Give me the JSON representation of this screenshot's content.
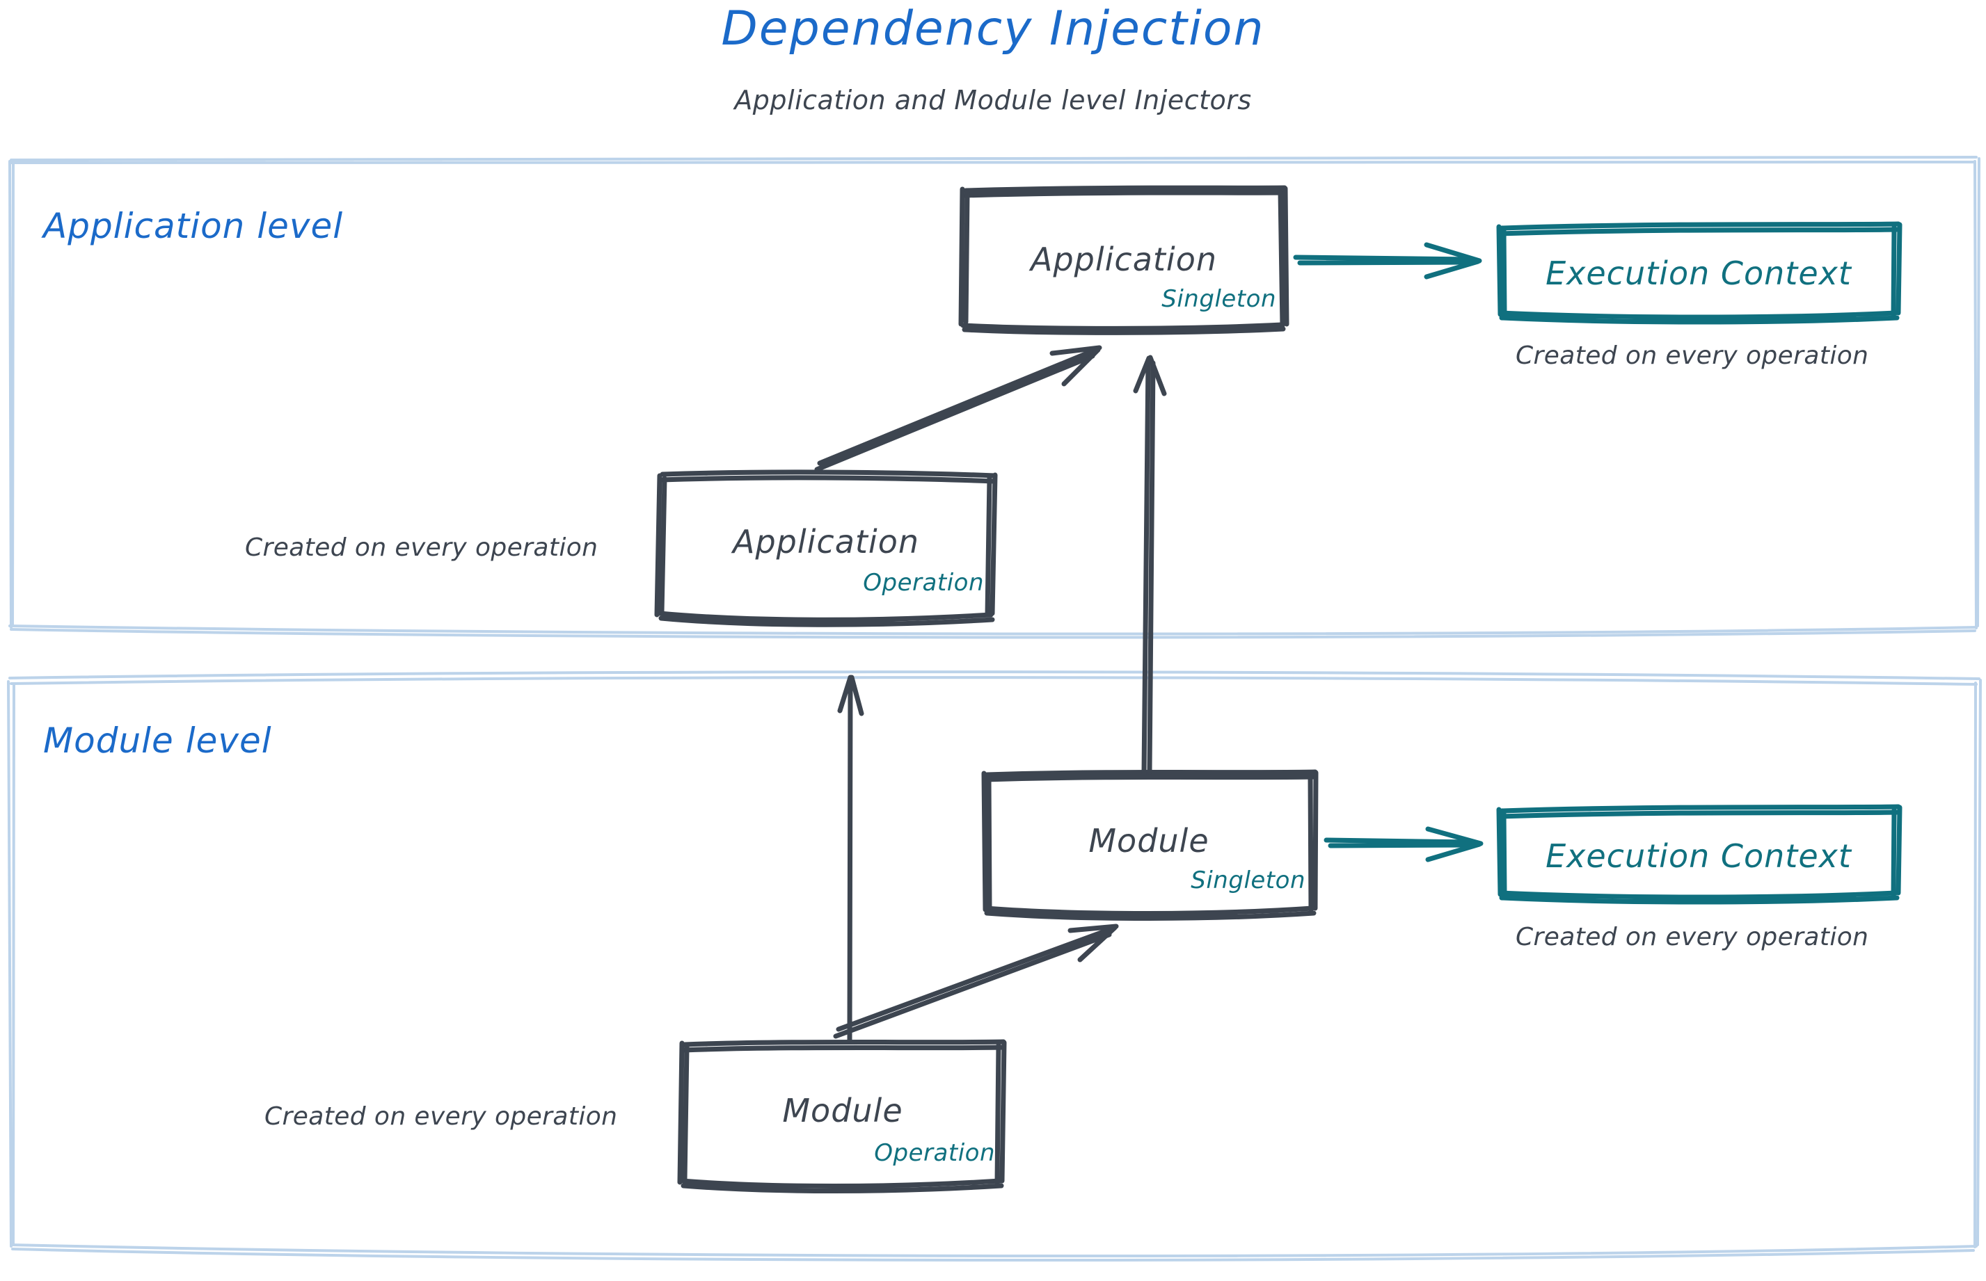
{
  "header": {
    "title": "Dependency Injection",
    "subtitle": "Application and Module level Injectors"
  },
  "colors": {
    "title_blue": "#1b6ac9",
    "section_blue": "#1b6ac9",
    "section_border": "#bcd3ea",
    "node_stroke": "#3d4550",
    "node_text": "#3d4550",
    "scope_teal": "#10707f",
    "context_stroke": "#10707f",
    "arrow_gray": "#3d4550",
    "arrow_teal": "#10707f",
    "canvas": "#ffffff"
  },
  "sections": [
    {
      "id": "application-level",
      "label": "Application level",
      "nodes": [
        {
          "id": "app-singleton",
          "name": "Application",
          "scope": "Singleton",
          "kind": "injector"
        },
        {
          "id": "app-operation",
          "name": "Application",
          "scope": "Operation",
          "kind": "injector"
        },
        {
          "id": "ctx-app",
          "name": "Execution Context",
          "scope": "",
          "kind": "context"
        }
      ],
      "captions": [
        {
          "id": "cap-app-op",
          "text": "Created on every operation",
          "for": "app-operation"
        },
        {
          "id": "cap-ctx-app",
          "text": "Created on every operation",
          "for": "ctx-app"
        }
      ]
    },
    {
      "id": "module-level",
      "label": "Module level",
      "nodes": [
        {
          "id": "mod-singleton",
          "name": "Module",
          "scope": "Singleton",
          "kind": "injector"
        },
        {
          "id": "mod-operation",
          "name": "Module",
          "scope": "Operation",
          "kind": "injector"
        },
        {
          "id": "ctx-mod",
          "name": "Execution Context",
          "scope": "",
          "kind": "context"
        }
      ],
      "captions": [
        {
          "id": "cap-mod-op",
          "text": "Created on every operation",
          "for": "mod-operation"
        },
        {
          "id": "cap-ctx-mod",
          "text": "Created on every operation",
          "for": "ctx-mod"
        }
      ]
    }
  ],
  "edges": [
    {
      "id": "edge-appop-to-appsingleton",
      "from": "app-operation",
      "to": "app-singleton",
      "style": "gray-diagonal"
    },
    {
      "id": "edge-appsingleton-to-ctxapp",
      "from": "app-singleton",
      "to": "ctx-app",
      "style": "teal-horizontal"
    },
    {
      "id": "edge-modsingleton-to-appsingleton",
      "from": "mod-singleton",
      "to": "app-singleton",
      "style": "gray-vertical-long"
    },
    {
      "id": "edge-modop-to-appop",
      "from": "mod-operation",
      "to": "app-operation",
      "style": "gray-vertical-long"
    },
    {
      "id": "edge-modop-to-modsingleton",
      "from": "mod-operation",
      "to": "mod-singleton",
      "style": "gray-diagonal"
    },
    {
      "id": "edge-modsingleton-to-ctxmod",
      "from": "mod-singleton",
      "to": "ctx-mod",
      "style": "teal-horizontal"
    }
  ]
}
